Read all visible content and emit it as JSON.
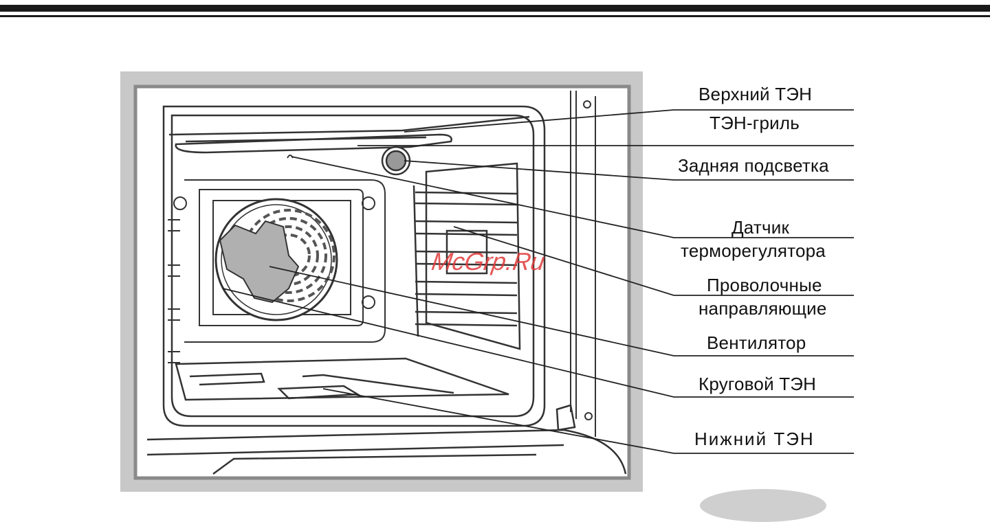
{
  "labels": {
    "top_element": "Верхний ТЭН",
    "grill_element": "ТЭН-гриль",
    "rear_light": "Задняя подсветка",
    "thermostat_line1": "Датчик",
    "thermostat_line2": "терморегулятора",
    "wire_guides_line1": "Проволочные",
    "wire_guides_line2": "направляющие",
    "fan": "Вентилятор",
    "ring_element": "Круговой ТЭН",
    "bottom_element": "Нижний ТЭН"
  },
  "watermark": "McGrp.Ru",
  "colors": {
    "frame_gray": "#c8c8c8",
    "border_gray": "#888888",
    "line": "#222222",
    "fan_fill": "#b0b0b0",
    "watermark": "#e03a3a"
  }
}
